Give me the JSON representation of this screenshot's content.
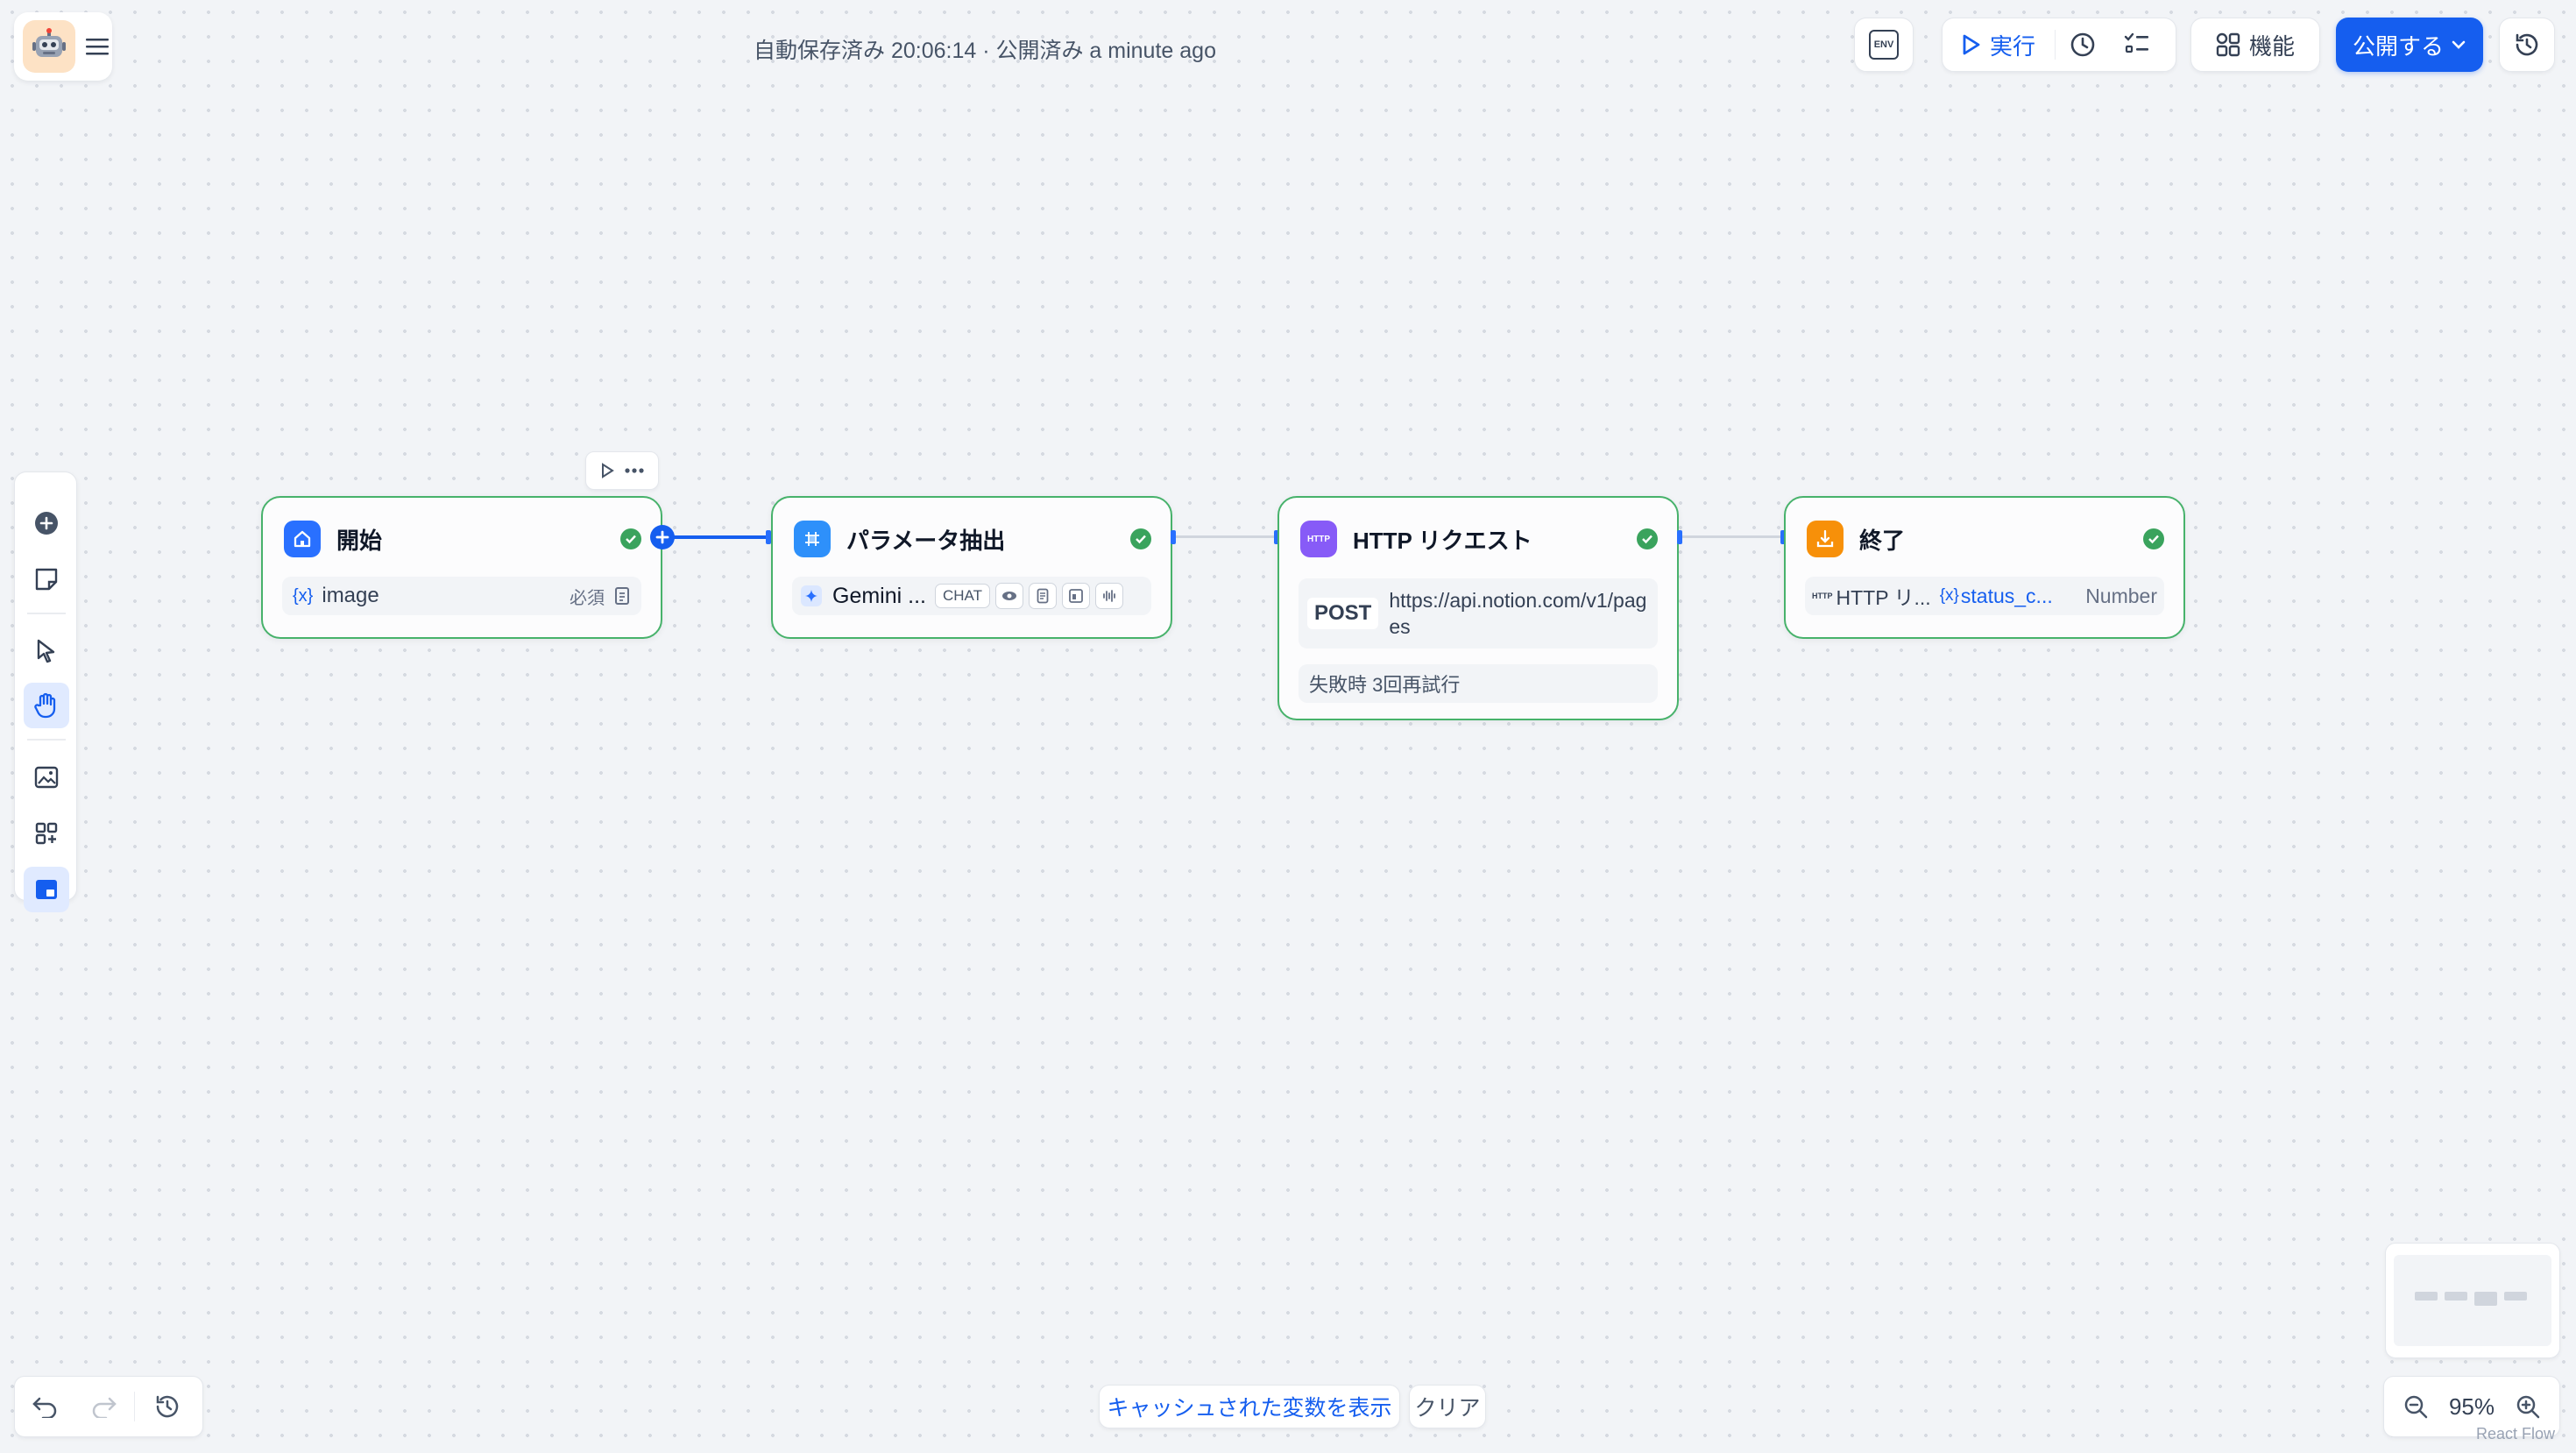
{
  "header": {
    "save_status": "自動保存済み 20:06:14 · 公開済み a minute ago",
    "env_label": "ENV",
    "run_label": "実行",
    "features_label": "機能",
    "publish_label": "公開する"
  },
  "nodes": {
    "start": {
      "title": "開始",
      "var_prefix": "{x}",
      "var_name": "image",
      "required_label": "必須"
    },
    "extract": {
      "title": "パラメータ抽出",
      "model_name": "Gemini ...",
      "mode_chip": "CHAT"
    },
    "http": {
      "title": "HTTP リクエスト",
      "method": "POST",
      "url": "https://api.notion.com/v1/pages",
      "retry_text": "失敗時 3回再試行"
    },
    "end": {
      "title": "終了",
      "source_prefix": "HTTP",
      "source_name": "HTTP リ...",
      "var_prefix": "{x}",
      "var_name": "status_c...",
      "var_type": "Number"
    }
  },
  "bottom": {
    "show_cached_vars": "キャッシュされた変数を表示",
    "clear_label": "クリア",
    "zoom_level": "95%",
    "attribution": "React Flow"
  },
  "colors": {
    "accent": "#155eef",
    "node_border": "#47b26b",
    "start_icon": "#2970ff",
    "extract_icon": "#2e90fa",
    "http_icon": "#875bf7",
    "end_icon": "#f79009"
  }
}
